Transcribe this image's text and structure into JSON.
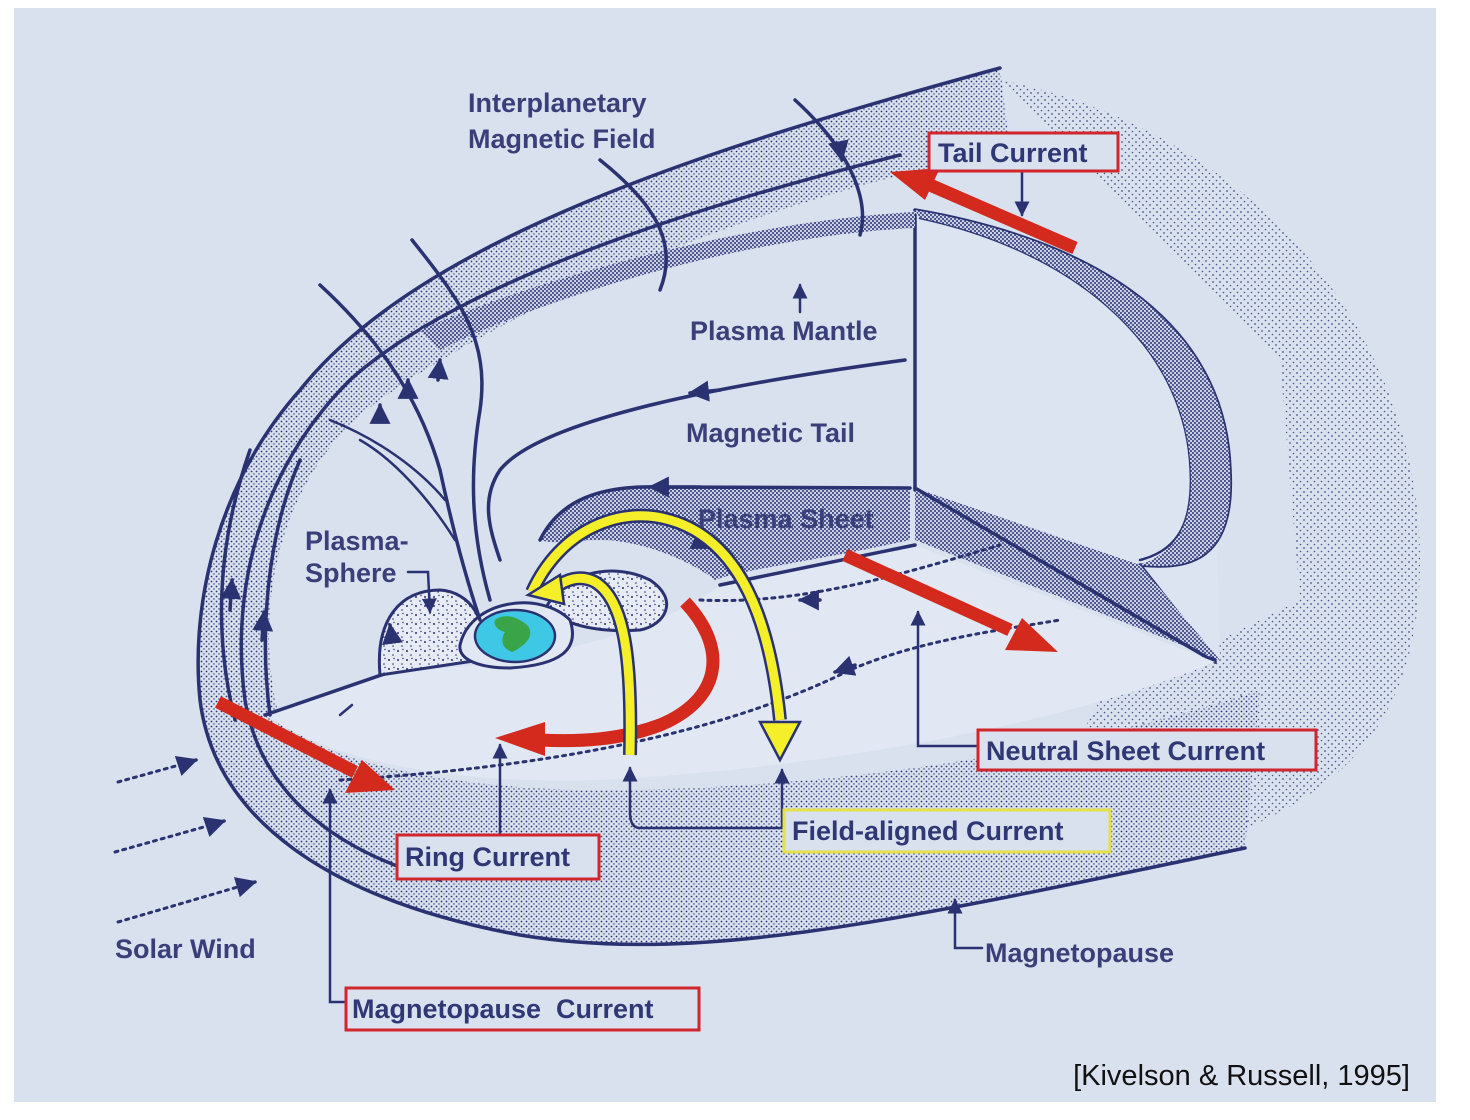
{
  "labels": {
    "imf": [
      "Interplanetary",
      "Magnetic Field"
    ],
    "plasma_mantle": "Plasma Mantle",
    "magnetic_tail": "Magnetic Tail",
    "plasma_sheet": "Plasma Sheet",
    "plasmasphere": [
      "Plasma-",
      "Sphere"
    ],
    "solar_wind": "Solar Wind",
    "magnetopause": "Magnetopause"
  },
  "boxed_labels": {
    "tail_current": "Tail Current",
    "neutral_sheet_current": "Neutral Sheet Current",
    "field_aligned_current": "Field-aligned Current",
    "ring_current": "Ring Current",
    "magnetopause_current": "Magnetopause  Current"
  },
  "citation": "[Kivelson & Russell, 1995]",
  "colors": {
    "background": "#d9e1ef",
    "navy": "#2a3272",
    "current_red": "#d42a1e",
    "field_aligned_yellow": "#f5ef2a",
    "box_red": "#d0262c",
    "box_yellow": "#e6e04a",
    "earth_ocean": "#3fc7e6",
    "earth_land": "#3aa548"
  }
}
